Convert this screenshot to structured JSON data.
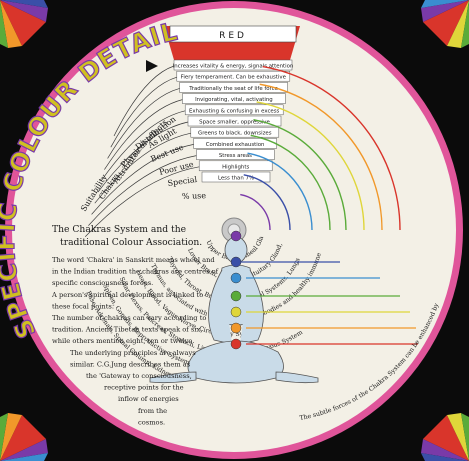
{
  "wheel": {
    "colour_name": "RED",
    "big_title": "SPECIFIC COLOUR DETAILS",
    "fan_labels": [
      "Suitability",
      "Chakra",
      "Attributes",
      "Physical effects",
      "Distribution",
      "As light",
      "Best use",
      "Poor use",
      "Special",
      "% use"
    ],
    "red_details": [
      "Increases vitality & energy, signals attention",
      "Fiery temperament. Can be exhaustive",
      "Traditionally the seat of life force",
      "Invigorating, vital, activating",
      "Exhausting & confusing in excess",
      "Space smaller, oppressive",
      "Greens to black, downsizes",
      "Combined exhaustion",
      "Stress areas",
      "Highlights",
      "Less than 7%"
    ],
    "body_labels": [
      "Upper Brain, Pineal Gland, Right Eye",
      "Lower Brain, Left Eye, Pituitary Gland, Ears, Nose, Nervous System",
      "Thyroid, Throat, Bronchial and Vocal Systems, Lungs",
      "Thymus, associated with production of antibodies and healthy immune system",
      "Heart, Blood, Vagus Nerve, Circulatory System",
      "Solar Plexus, Pancreas, Stomach, Liver, Gallbladder, Nervous System",
      "Spleen, Gonads, Reproductive System",
      "Base, Adrenals, Spinal Column, Kidneys"
    ],
    "footer_text": "The subtle forces of the Chakra System can be enhanced by meditation or by using the appropriate colour in design, both in the environment or in the way we dress. This can contribute to general well-being and assist with as well as contribute to conventional healing methods",
    "info_title_1": "The Chakras System and the",
    "info_title_2": "traditional Colour Association.",
    "info_paragraphs": [
      "The word 'Chakra' in Sanskrit means wheel and",
      "in the Indian tradition the chakras are centres of",
      "specific consciousness forces.",
      "A person's spiritual development is linked to",
      "these focal points.",
      "The number of chakras can vary according to",
      "tradition. Ancient Tibetan texts speak of six,",
      "while others mention eight, ten or twelve.",
      "The underlying principles are always",
      "similar. C.G.Jung describes them as",
      "the 'Gateway to consciousness,",
      "receptive points for the",
      "inflow of energies",
      "from the",
      "cosmos."
    ],
    "chakra_colors": [
      "#7a3aa8",
      "#3a4fa8",
      "#3a8ed0",
      "#5aab3a",
      "#dfd63a",
      "#f1982a",
      "#d9352b"
    ],
    "accent_pink": "#e0559a",
    "accent_red": "#d9352b"
  }
}
